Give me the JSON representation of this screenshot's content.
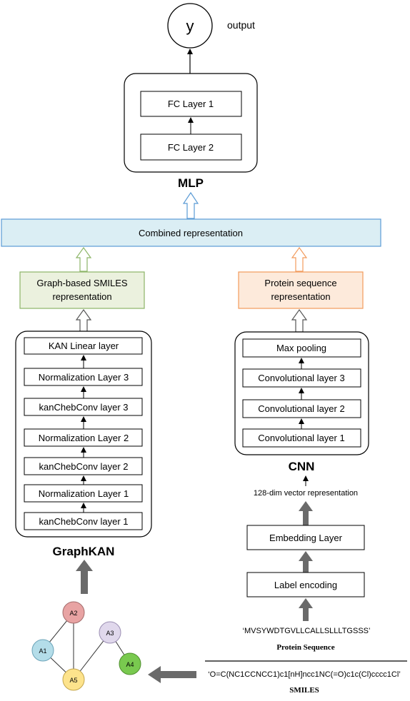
{
  "output": {
    "node": "y",
    "label": "output"
  },
  "mlp": {
    "title": "MLP",
    "layers": [
      "FC Layer 1",
      "FC Layer 2"
    ]
  },
  "combined": {
    "label": "Combined representation"
  },
  "smiles_repr": {
    "line1": "Graph-based SMILES",
    "line2": "representation"
  },
  "protein_repr": {
    "line1": "Protein sequence",
    "line2": "representation"
  },
  "graphkan": {
    "title": "GraphKAN",
    "layers": [
      "KAN Linear layer",
      "Normalization Layer 3",
      "kanChebConv layer 3",
      "Normalization Layer 2",
      "kanChebConv layer 2",
      "Normalization Layer 1",
      "kanChebConv layer 1"
    ]
  },
  "cnn": {
    "title": "CNN",
    "layers": [
      "Max pooling",
      "Convolutional layer 3",
      "Convolutional layer 2",
      "Convolutional layer 1"
    ]
  },
  "vector_label": "128-dim vector representation",
  "embedding_label": "Embedding Layer",
  "label_encoding_label": "Label encoding",
  "protein_seq": {
    "value": "‘MVSYWDTGVLLCALLSLLLTGSSS’",
    "caption": "Protein Sequence"
  },
  "smiles": {
    "value": "‘O=C(NC1CCNCC1)c1[nH]ncc1NC(=O)c1c(Cl)cccc1Cl’",
    "caption": "SMILES"
  },
  "graph_nodes": [
    {
      "id": "A1",
      "color": "#b4dde9"
    },
    {
      "id": "A2",
      "color": "#e8a3a3"
    },
    {
      "id": "A3",
      "color": "#e0d8ec"
    },
    {
      "id": "A4",
      "color": "#79c94f"
    },
    {
      "id": "A5",
      "color": "#fde38c"
    }
  ],
  "colors": {
    "combined_fill": "#dbeef4",
    "combined_stroke": "#5b9bd5",
    "smiles_fill": "#ebf1de",
    "smiles_stroke": "#8cb567",
    "protein_fill": "#fdeadb",
    "protein_stroke": "#f29b5c",
    "heavy_arrow": "#6a6a6a"
  }
}
